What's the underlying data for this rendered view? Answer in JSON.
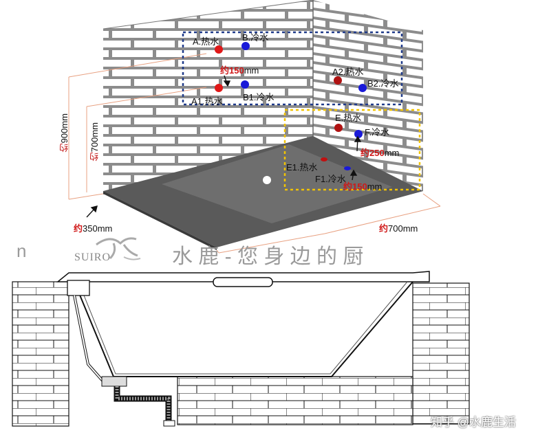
{
  "labels": {
    "a_hot": "A.热水",
    "b_cold": "B.冷水",
    "a1_hot": "A1.热水",
    "b1_cold": "B1.冷水",
    "a2_hot": "A2.热水",
    "b2_cold": "B2.冷水",
    "e_hot": "E.热水",
    "f_cold": "F.冷水",
    "e1_hot": "E1.热水",
    "f1_cold": "F1.冷水"
  },
  "dimensions": {
    "d150_top_prefix": "约",
    "d150_top_num": "150",
    "d150_top_unit": "mm",
    "d250_prefix": "约",
    "d250_num": "250",
    "d250_unit": "mm",
    "d150_bottom_prefix": "约",
    "d150_bottom_num": "150",
    "d150_bottom_unit": "mm",
    "d900_prefix": "约",
    "d900_num": "900",
    "d900_unit": "mm",
    "d700_left_prefix": "约",
    "d700_left_num": "700",
    "d700_left_unit": "mm",
    "d350_prefix": "约",
    "d350_num": "350",
    "d350_unit": "mm",
    "d700_right_prefix": "约",
    "d700_right_num": "700",
    "d700_right_unit": "mm"
  },
  "banner": {
    "left_char": "n",
    "brand": "SUIRO",
    "text": "水  鹿  -  您  身  边  的  厨"
  },
  "watermark": "知乎 @水鹿生活",
  "colors": {
    "hot": "#e01818",
    "hot_dark": "#b01212",
    "cold": "#1a1ad8",
    "blue_box": "#1f3a8a",
    "yellow_box": "#f2c300",
    "dim_line": "#e8a080",
    "floor": "#555555",
    "wall": "#8a8a8a"
  }
}
